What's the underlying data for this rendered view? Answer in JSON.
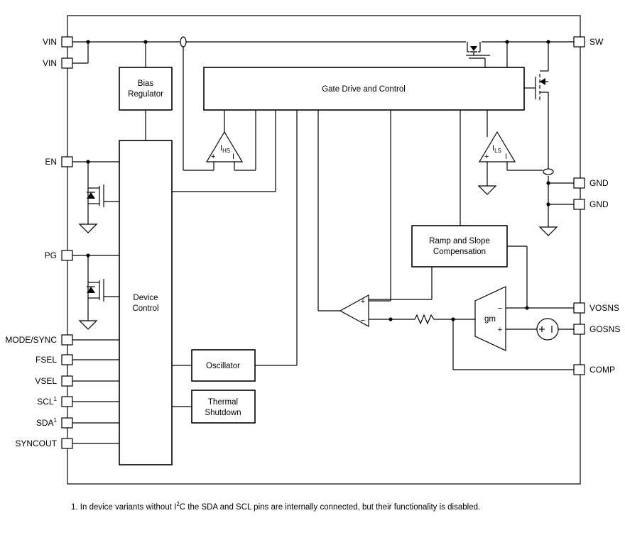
{
  "pins_left": {
    "vin_1": "VIN",
    "vin_2": "VIN",
    "en": "EN",
    "pg": "PG",
    "mode_sync": "MODE/SYNC",
    "fsel": "FSEL",
    "vsel": "VSEL",
    "scl": "SCL",
    "sda": "SDA",
    "syncout": "SYNCOUT",
    "footnote_ref": "1"
  },
  "pins_right": {
    "sw": "SW",
    "gnd_1": "GND",
    "gnd_2": "GND",
    "vosns": "VOSNS",
    "gosns": "GOSNS",
    "comp": "COMP"
  },
  "blocks": {
    "bias_regulator": [
      "Bias",
      "Regulator"
    ],
    "gate_drive": "Gate Drive and Control",
    "device_control": [
      "Device",
      "Control"
    ],
    "oscillator": "Oscillator",
    "thermal_shutdown": [
      "Thermal",
      "Shutdown"
    ],
    "ramp_slope": [
      "Ramp and Slope",
      "Compensation"
    ],
    "gm": "gm"
  },
  "symbols": {
    "ihs_main": "I",
    "ihs_sub": "HS",
    "ils_main": "I",
    "ils_sub": "LS",
    "plus": "+",
    "minus": "−",
    "bar": "I"
  },
  "footnote": {
    "pre": "1. In device variants without I",
    "sup": "2",
    "post": "C the SDA and SCL pins are internally connected, but their functionality is disabled."
  }
}
